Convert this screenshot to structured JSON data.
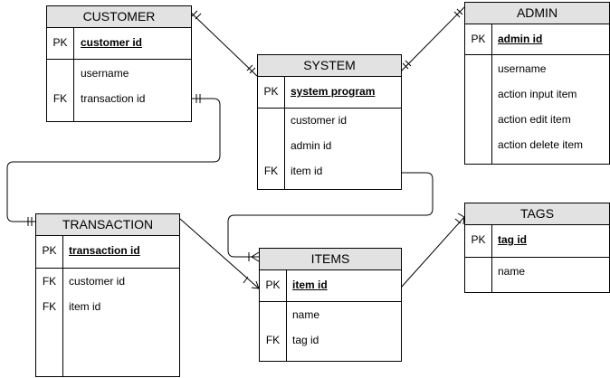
{
  "entities": {
    "customer": {
      "title": "CUSTOMER",
      "pk": {
        "key": "PK",
        "field": "customer id"
      },
      "fields": [
        {
          "key": "",
          "field": "username"
        },
        {
          "key": "FK",
          "field": "transaction id"
        }
      ]
    },
    "system": {
      "title": "SYSTEM",
      "pk": {
        "key": "PK",
        "field": "system program"
      },
      "fields": [
        {
          "key": "",
          "field": "customer id"
        },
        {
          "key": "",
          "field": "admin id"
        },
        {
          "key": "FK",
          "field": "item id"
        }
      ]
    },
    "admin": {
      "title": "ADMIN",
      "pk": {
        "key": "PK",
        "field": "admin id"
      },
      "fields": [
        {
          "key": "",
          "field": "username"
        },
        {
          "key": "",
          "field": "action input item"
        },
        {
          "key": "",
          "field": "action edit item"
        },
        {
          "key": "",
          "field": "action delete item"
        }
      ]
    },
    "transaction": {
      "title": "TRANSACTION",
      "pk": {
        "key": "PK",
        "field": "transaction id"
      },
      "fields": [
        {
          "key": "FK",
          "field": "customer id"
        },
        {
          "key": "FK",
          "field": "item id"
        }
      ]
    },
    "items": {
      "title": "ITEMS",
      "pk": {
        "key": "PK",
        "field": "item id"
      },
      "fields": [
        {
          "key": "",
          "field": "name"
        },
        {
          "key": "FK",
          "field": "tag id"
        }
      ]
    },
    "tags": {
      "title": "TAGS",
      "pk": {
        "key": "PK",
        "field": "tag id"
      },
      "fields": [
        {
          "key": "",
          "field": "name"
        }
      ]
    }
  }
}
